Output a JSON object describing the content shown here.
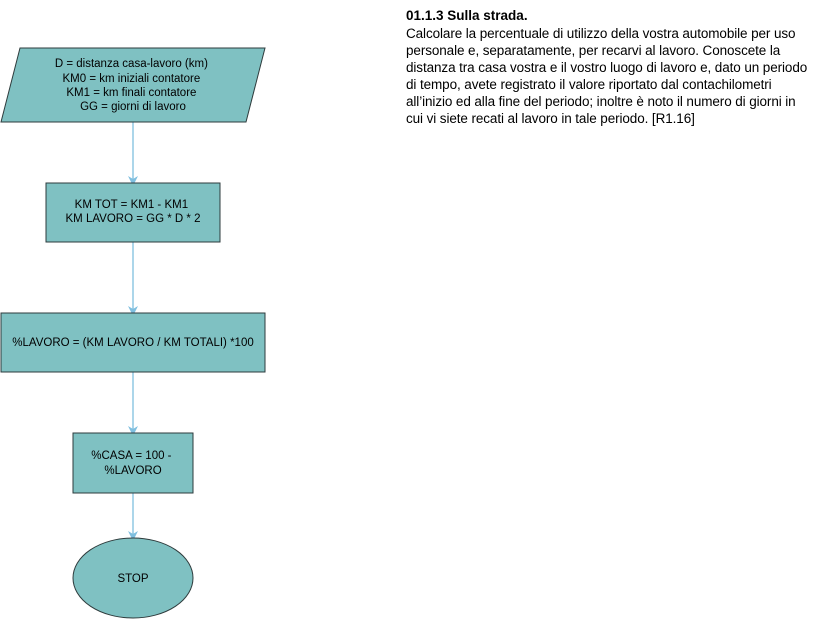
{
  "colors": {
    "node_fill": "#7fc1c2",
    "node_stroke": "#2e3b3c",
    "arrow": "#7fbfdf"
  },
  "flowchart": {
    "input": {
      "lines": [
        "D = distanza casa-lavoro (km)",
        "KM0 = km iniziali contatore",
        "KM1 = km finali contatore",
        "GG = giorni di lavoro"
      ]
    },
    "process1": {
      "lines": [
        "KM TOT = KM1 - KM1",
        "KM LAVORO = GG * D * 2"
      ]
    },
    "process2": {
      "lines": [
        "%LAVORO = (KM LAVORO / KM TOTALI) *100"
      ]
    },
    "process3": {
      "lines": [
        "%CASA = 100 -",
        "%LAVORO"
      ]
    },
    "terminator": {
      "label": "STOP"
    }
  },
  "description": {
    "title": "01.1.3 Sulla strada.",
    "body": "Calcolare la percentuale di utilizzo della vostra automobile per uso personale e, separatamente, per recarvi al lavoro. Conoscete la distanza tra casa vostra e il vostro luogo di lavoro e, dato un periodo di tempo, avete registrato il valore riportato dal contachilometri all’inizio ed alla fine del periodo; inoltre è noto il numero di giorni in cui vi siete recati al lavoro in tale periodo. [R1.16]"
  }
}
